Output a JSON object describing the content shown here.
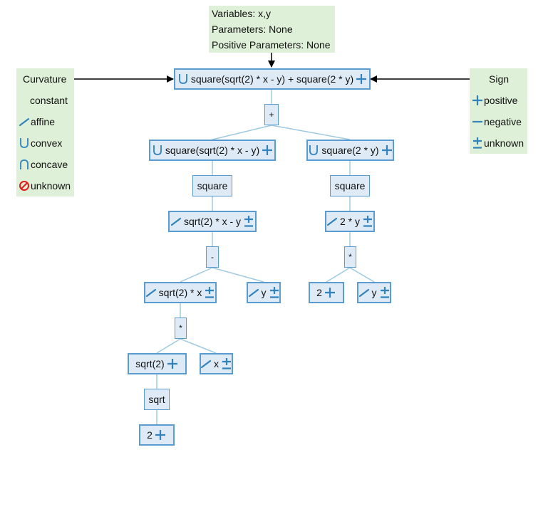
{
  "info": {
    "variables": "Variables: x,y",
    "parameters": "Parameters: None",
    "positive_parameters": "Positive Parameters: None"
  },
  "curvature_legend": {
    "title": "Curvature",
    "items": [
      {
        "icon": "none",
        "label": "constant"
      },
      {
        "icon": "affine-icon",
        "label": "affine"
      },
      {
        "icon": "convex-icon",
        "label": "convex"
      },
      {
        "icon": "concave-icon",
        "label": "concave"
      },
      {
        "icon": "unknown-curvature-icon",
        "label": "unknown"
      }
    ]
  },
  "sign_legend": {
    "title": "Sign",
    "items": [
      {
        "icon": "positive-icon",
        "label": "positive"
      },
      {
        "icon": "negative-icon",
        "label": "negative"
      },
      {
        "icon": "unknown-sign-icon",
        "label": "unknown"
      }
    ]
  },
  "tree": {
    "root": {
      "text": "square(sqrt(2) * x - y) + square(2 * y)",
      "curvature": "convex",
      "sign": "positive"
    },
    "plus": {
      "text": "+"
    },
    "left": {
      "text": "square(sqrt(2) * x - y)",
      "curvature": "convex",
      "sign": "positive"
    },
    "right": {
      "text": "square(2 * y)",
      "curvature": "convex",
      "sign": "positive"
    },
    "square_left": {
      "text": "square"
    },
    "square_right": {
      "text": "square"
    },
    "diff": {
      "text": "sqrt(2) * x - y",
      "curvature": "affine",
      "sign": "unknown"
    },
    "two_y": {
      "text": "2 * y",
      "curvature": "affine",
      "sign": "unknown"
    },
    "minus": {
      "text": "-"
    },
    "times_right": {
      "text": "*"
    },
    "sqrt2x": {
      "text": "sqrt(2) * x",
      "curvature": "affine",
      "sign": "unknown"
    },
    "y_left": {
      "text": "y",
      "curvature": "affine",
      "sign": "unknown"
    },
    "two_right": {
      "text": "2",
      "curvature": "constant",
      "sign": "positive"
    },
    "y_right": {
      "text": "y",
      "curvature": "affine",
      "sign": "unknown"
    },
    "times_left": {
      "text": "*"
    },
    "sqrt2": {
      "text": "sqrt(2)",
      "curvature": "constant",
      "sign": "positive"
    },
    "x": {
      "text": "x",
      "curvature": "affine",
      "sign": "unknown"
    },
    "sqrt_op": {
      "text": "sqrt"
    },
    "two_leaf": {
      "text": "2",
      "curvature": "constant",
      "sign": "positive"
    }
  },
  "colors": {
    "node_fill": "#deebf7",
    "node_border": "#5a9bd0",
    "edge": "#9ecae1",
    "panel": "#dff0d8",
    "icon_blue": "#3182bd",
    "unknown_red": "#e31a1c",
    "arrow": "#000000"
  }
}
